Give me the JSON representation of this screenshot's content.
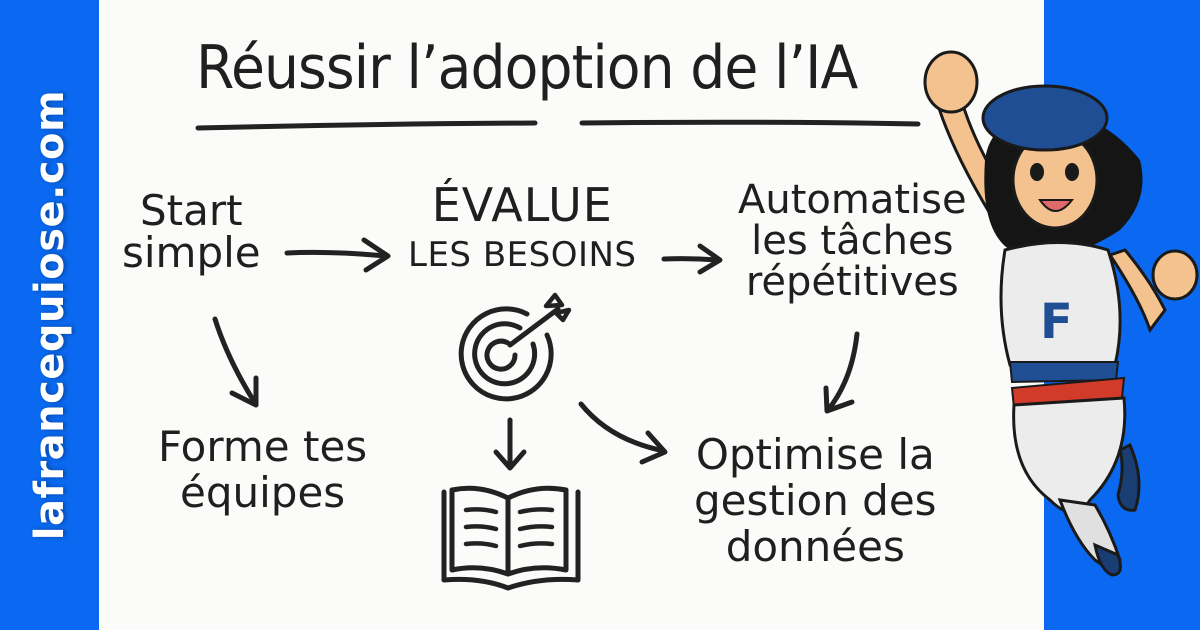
{
  "brand": {
    "site_name": "lafrancequiose.com",
    "colors": {
      "band_blue": "#0a69f0",
      "panel_white": "#fbfbfa",
      "ink": "#1f1f1f",
      "beret_blue": "#1f4e94",
      "stripe_red": "#d23a2a",
      "skin": "#f4c28e"
    }
  },
  "diagram": {
    "title": "Réussir l’adoption de l’IA",
    "nodes": [
      {
        "id": "start",
        "lines": [
          "Start",
          "simple"
        ]
      },
      {
        "id": "evalue",
        "lines": [
          "ÉVALUE",
          "LES BESOINS"
        ],
        "icon": "target-icon"
      },
      {
        "id": "automatise",
        "lines": [
          "Automatise",
          "les tâches",
          "répétitives"
        ]
      },
      {
        "id": "forme",
        "lines": [
          "Forme tes",
          "équipes"
        ]
      },
      {
        "id": "optimise",
        "lines": [
          "Optimise la",
          "gestion des",
          "données"
        ]
      },
      {
        "id": "book",
        "icon": "open-book-icon"
      }
    ],
    "edges": [
      {
        "from": "start",
        "to": "evalue"
      },
      {
        "from": "evalue",
        "to": "automatise"
      },
      {
        "from": "start",
        "to": "forme"
      },
      {
        "from": "evalue",
        "to": "book"
      },
      {
        "from": "evalue",
        "to": "optimise"
      },
      {
        "from": "automatise",
        "to": "optimise"
      }
    ]
  },
  "mascot": {
    "description": "cartoon heroine with blue beret, white tank top with F letter, blue-white-red belt stripes, raised fist",
    "shirt_letter": "F"
  }
}
